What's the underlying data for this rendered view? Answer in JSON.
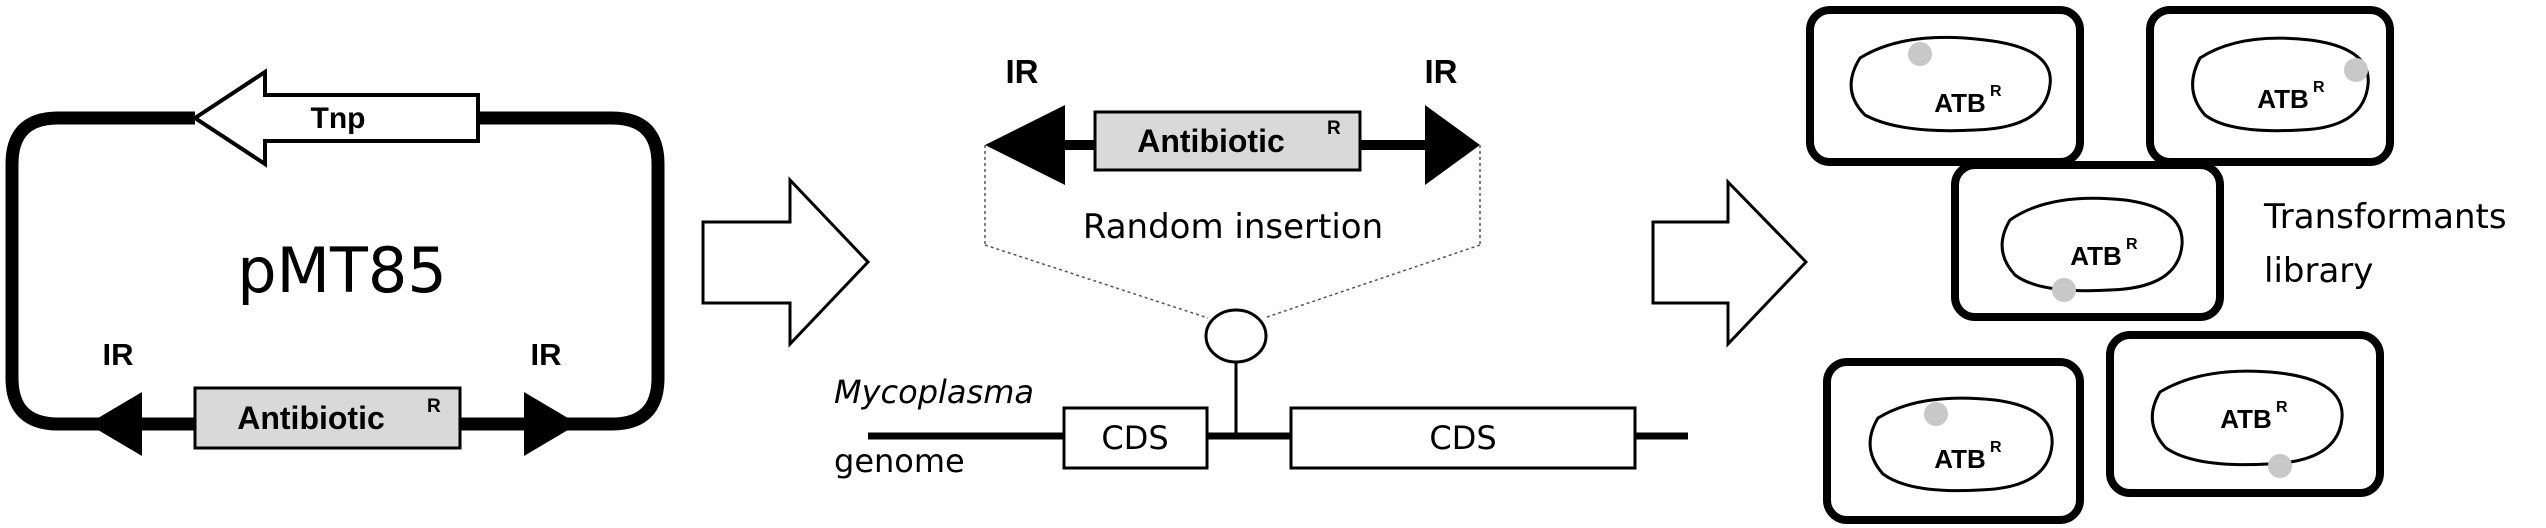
{
  "plasmid": {
    "name": "pMT85",
    "tnp_label": "Tnp",
    "ir_left": "IR",
    "ir_right": "IR",
    "antibiotic_label": "Antibiotic",
    "antibiotic_sup": "R"
  },
  "insertion": {
    "ir_left": "IR",
    "ir_right": "IR",
    "antibiotic_label": "Antibiotic",
    "antibiotic_sup": "R",
    "random_label": "Random insertion",
    "genome_organism": "Mycoplasma",
    "genome_label": "genome",
    "cds_left": "CDS",
    "cds_right": "CDS"
  },
  "library": {
    "cell_label": "ATB",
    "cell_sup": "R",
    "title_line1": "Transformants",
    "title_line2": "library"
  },
  "colors": {
    "stroke": "#000000",
    "resistance_box_fill": "#d9d9d9",
    "marker_dot": "#c8c8c8",
    "background": "#ffffff"
  }
}
